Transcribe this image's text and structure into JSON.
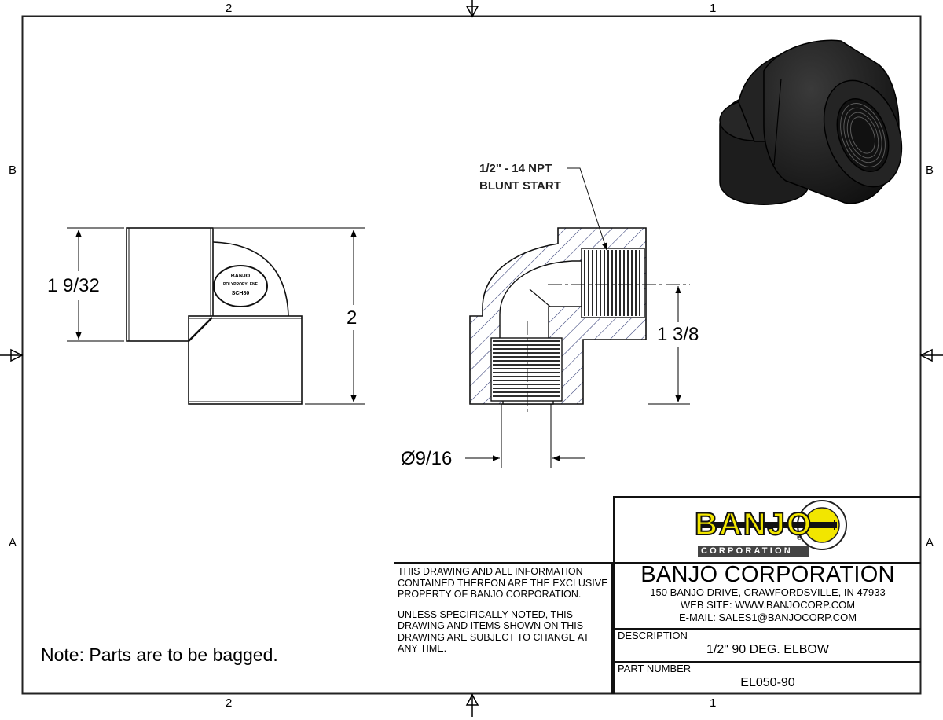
{
  "sheet": {
    "zones": {
      "top": [
        "2",
        "1"
      ],
      "bottom": [
        "2",
        "1"
      ],
      "left": [
        "B",
        "A"
      ],
      "right": [
        "B",
        "A"
      ]
    }
  },
  "side_view": {
    "dim_left": "1 9/32",
    "dim_right": "2",
    "emboss": [
      "BANJO",
      "POLYPROPYLENE",
      "SCH80"
    ]
  },
  "section_view": {
    "callout_line1": "1/2\" - 14 NPT",
    "callout_line2": "BLUNT START",
    "dim_height": "1 3/8",
    "dim_diameter": "Ø9/16"
  },
  "iso_view": {
    "color": "#1c1c1c"
  },
  "note": "Note: Parts are to be bagged.",
  "title_block": {
    "logo": {
      "text": "BANJO",
      "sub": "CORPORATION",
      "registered": "®",
      "accent_color": "#f2e600"
    },
    "disclaimer": [
      "THIS DRAWING AND ALL INFORMATION CONTAINED THEREON ARE THE EXCLUSIVE PROPERTY OF BANJO CORPORATION.",
      "UNLESS SPECIFICALLY NOTED, THIS DRAWING AND ITEMS SHOWN ON THIS DRAWING ARE SUBJECT TO CHANGE AT ANY TIME."
    ],
    "company": {
      "name": "BANJO CORPORATION",
      "address": "150 BANJO DRIVE, CRAWFORDSVILLE, IN 47933",
      "website": "WEB SITE: WWW.BANJOCORP.COM",
      "email": "E-MAIL: SALES1@BANJOCORP.COM"
    },
    "description": {
      "label": "DESCRIPTION",
      "value": "1/2\" 90 DEG. ELBOW"
    },
    "part_number": {
      "label": "PART NUMBER",
      "value": "EL050-90"
    }
  }
}
